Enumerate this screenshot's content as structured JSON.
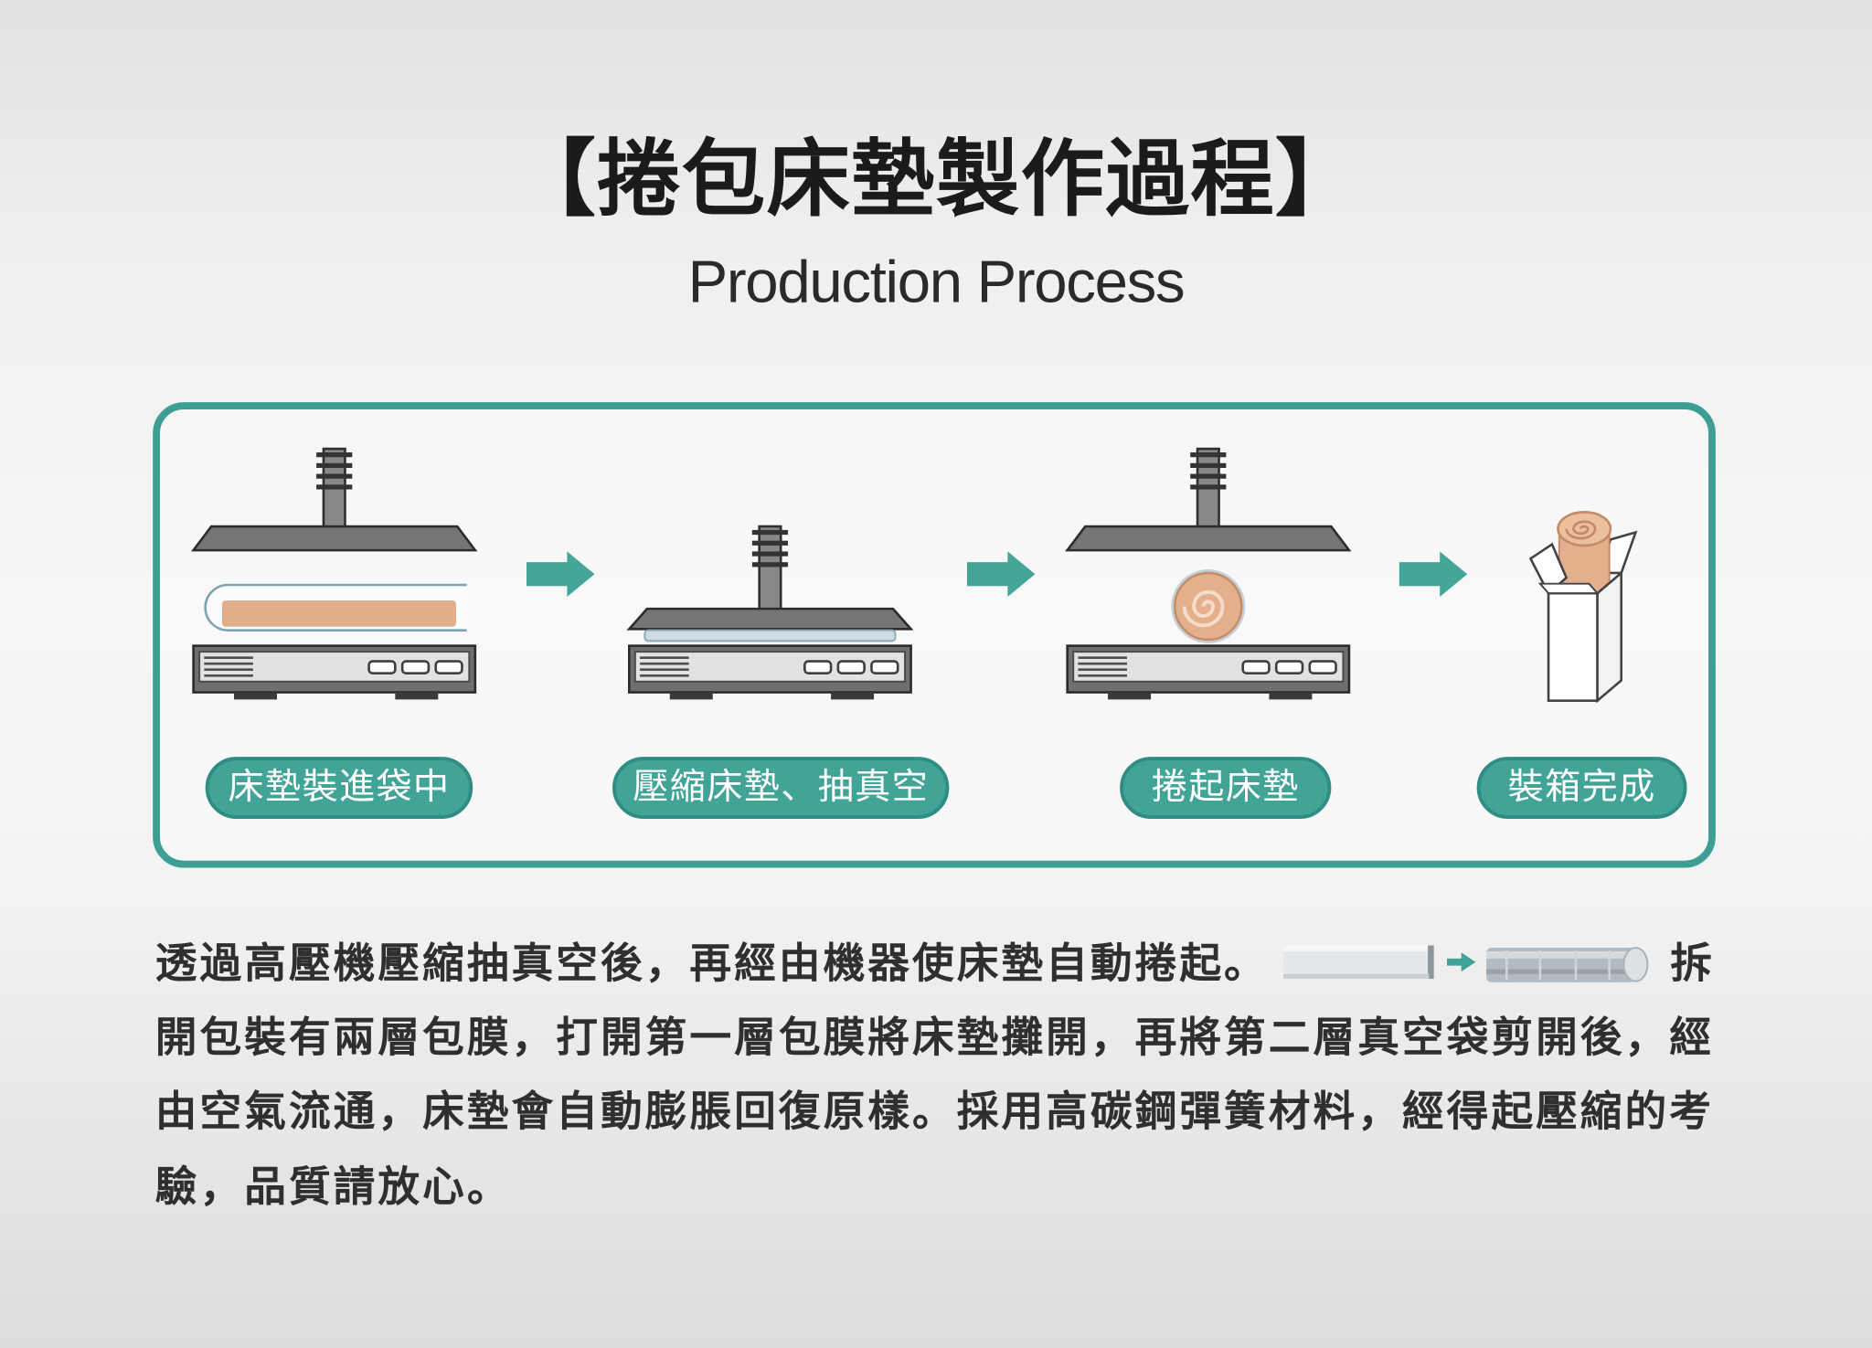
{
  "title": "【捲包床墊製作過程】",
  "subtitle": "Production Process",
  "colors": {
    "accent": "#3fa296",
    "text": "#2f2f2f",
    "mattress": "#e3ae8c",
    "machine": "#6f6f6f"
  },
  "steps": [
    {
      "label": "床墊裝進袋中",
      "icon": "press-mattress-in-bag-icon"
    },
    {
      "label": "壓縮床墊、抽真空",
      "icon": "press-compressing-icon"
    },
    {
      "label": "捲起床墊",
      "icon": "rolled-mattress-icon"
    },
    {
      "label": "裝箱完成",
      "icon": "boxed-mattress-icon"
    }
  ],
  "arrow_icon": "arrow-right-icon",
  "description": {
    "line1": "透過高壓機壓縮抽真空後，再經由機器使床墊自動捲起。",
    "inline_image": "flat-to-rolled-mattress-icon",
    "line1_end": "拆",
    "line2": "開包裝有兩層包膜，打開第一層包膜將床墊攤開，再將第二層真空袋剪開後，經",
    "line3": "由空氣流通，床墊會自動膨脹回復原樣。採用高碳鋼彈簧材料，經得起壓縮的考",
    "line4": "驗，品質請放心。"
  }
}
